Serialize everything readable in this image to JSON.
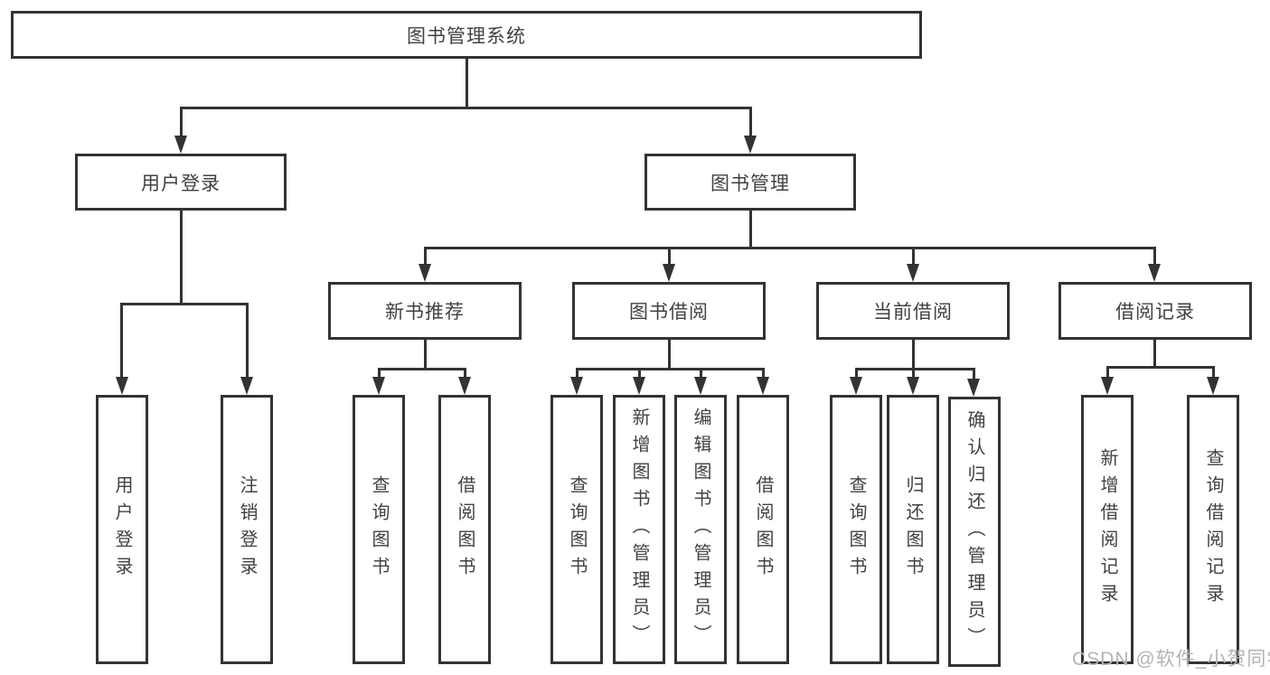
{
  "diagram": {
    "type": "tree",
    "root": {
      "label": "图书管理系统"
    },
    "branches": [
      {
        "label": "用户登录",
        "children": [
          {
            "label": "用户登录"
          },
          {
            "label": "注销登录"
          }
        ]
      },
      {
        "label": "图书管理",
        "children": [
          {
            "label": "新书推荐",
            "children": [
              {
                "label": "查询图书"
              },
              {
                "label": "借阅图书"
              }
            ]
          },
          {
            "label": "图书借阅",
            "children": [
              {
                "label": "查询图书"
              },
              {
                "label": "新增图书（管理员）"
              },
              {
                "label": "编辑图书（管理员）"
              },
              {
                "label": "借阅图书"
              }
            ]
          },
          {
            "label": "当前借阅",
            "children": [
              {
                "label": "查询图书"
              },
              {
                "label": "归还图书"
              },
              {
                "label": "确认归还（管理员）"
              }
            ]
          },
          {
            "label": "借阅记录",
            "children": [
              {
                "label": "新增借阅记录"
              },
              {
                "label": "查询借阅记录"
              }
            ]
          }
        ]
      }
    ]
  },
  "watermark": {
    "text": "CSDN @软件_小贺同学",
    "color": "#b4b4b8"
  },
  "colors": {
    "background": "#ffffff",
    "line": "#333333",
    "box_border": "#333333",
    "text": "#3f4245"
  }
}
